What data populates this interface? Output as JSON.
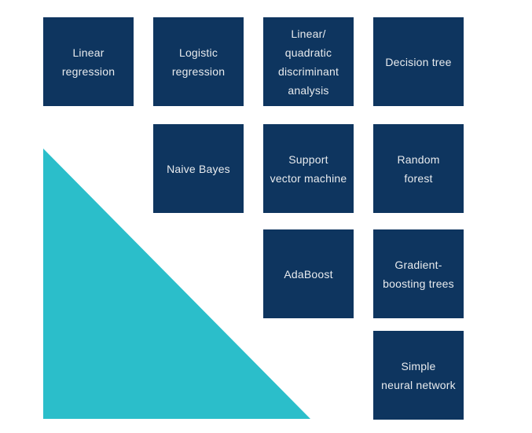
{
  "colors": {
    "background": "#ffffff",
    "box_fill": "#0e355f",
    "box_text": "#e8ebee",
    "triangle_fill": "#2bbeca"
  },
  "boxes": [
    {
      "id": "linear-regression",
      "label": "Linear\nregression"
    },
    {
      "id": "logistic-regression",
      "label": "Logistic\nregression"
    },
    {
      "id": "linear-quadratic-discriminant-analysis",
      "label": "Linear/\nquadratic\ndiscriminant\nanalysis"
    },
    {
      "id": "decision-tree",
      "label": "Decision tree"
    },
    {
      "id": "naive-bayes",
      "label": "Naive Bayes"
    },
    {
      "id": "support-vector-machine",
      "label": "Support\nvector machine"
    },
    {
      "id": "random-forest",
      "label": "Random\nforest"
    },
    {
      "id": "adaboost",
      "label": "AdaBoost"
    },
    {
      "id": "gradient-boosting-trees",
      "label": "Gradient-\nboosting trees"
    },
    {
      "id": "simple-neural-network",
      "label": "Simple\nneural network"
    }
  ],
  "triangle": {
    "name": "teal-triangle"
  }
}
